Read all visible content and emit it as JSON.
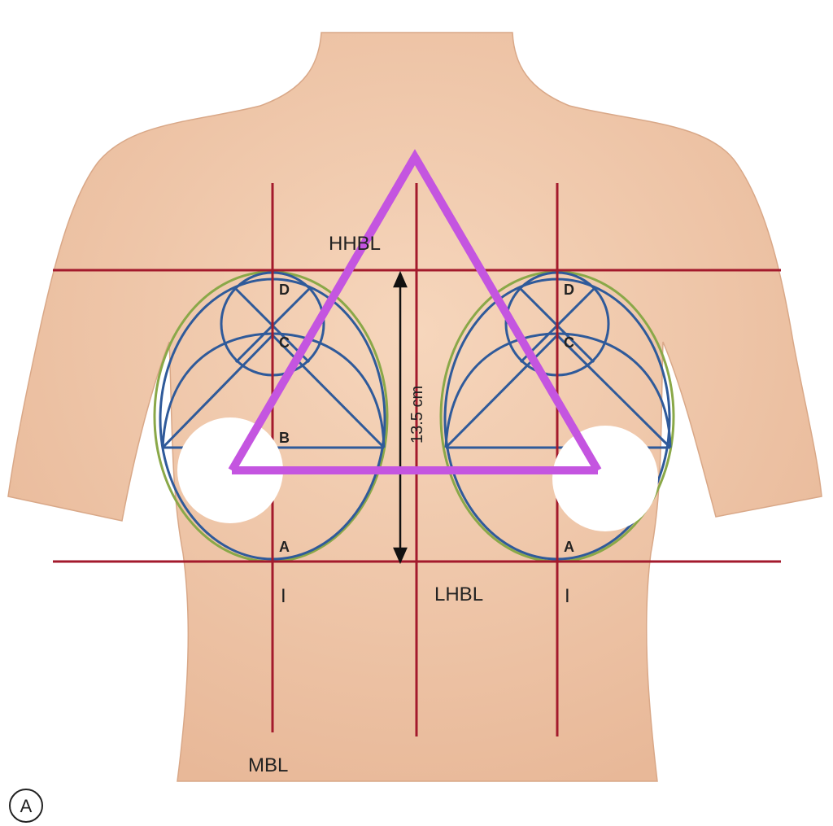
{
  "labels": {
    "hhbl": "HHBL",
    "lhbl": "LHBL",
    "mbl": "MBL",
    "measurement": "13.5 cm",
    "figure_letter": "A",
    "left_points": {
      "d": "D",
      "c": "C",
      "b": "B",
      "a": "A",
      "i": "I"
    },
    "right_points": {
      "d": "D",
      "c": "C",
      "a": "A",
      "i": "I"
    }
  },
  "colors": {
    "skin": "#f0c9aa",
    "reference_lines": "#a31a2c",
    "construction_lines": "#2f5a9a",
    "breast_outline": "#8aa848",
    "triangle": "#c455e0",
    "mask": "#ffffff"
  }
}
